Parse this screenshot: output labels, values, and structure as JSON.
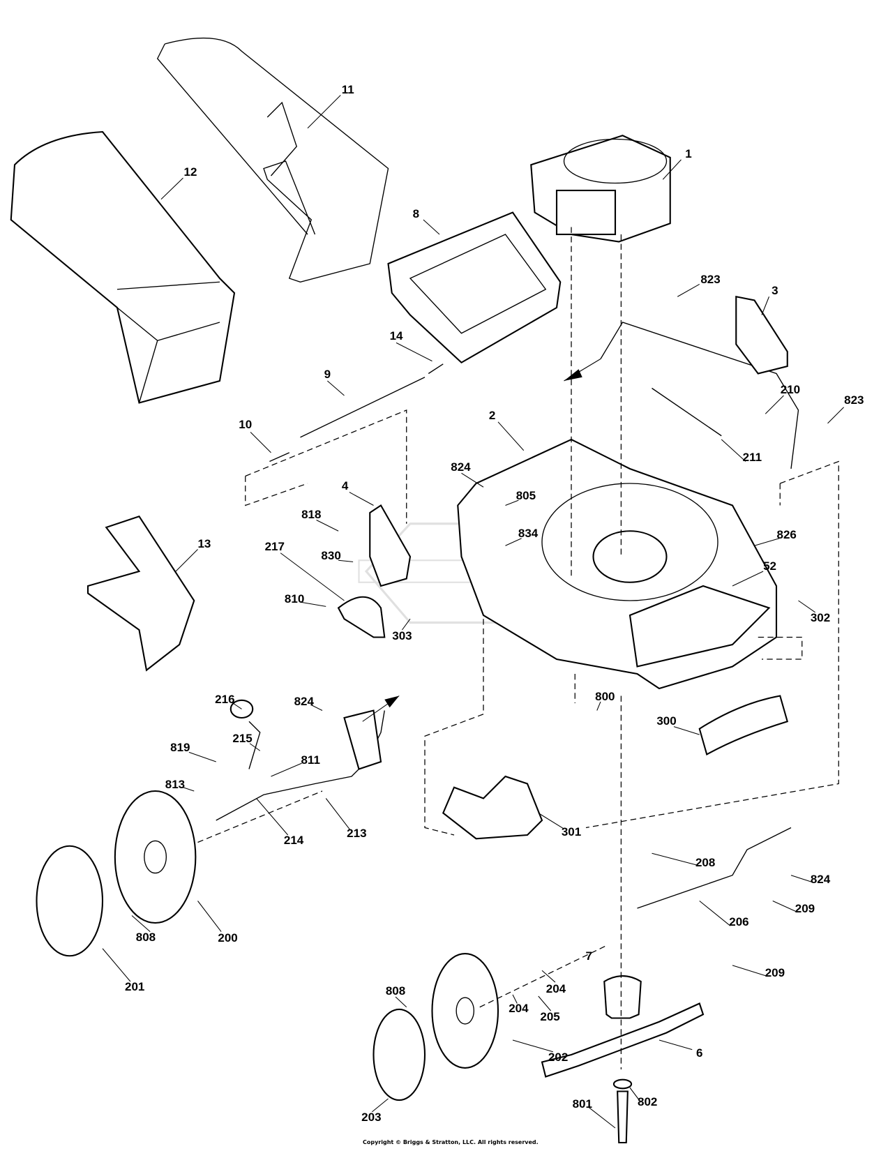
{
  "diagram": {
    "type": "exploded parts diagram",
    "watermark": "BRIGGS & STRATTON",
    "callouts": [
      "1",
      "11",
      "12",
      "8",
      "823",
      "3",
      "14",
      "9",
      "210",
      "823",
      "2",
      "211",
      "10",
      "824",
      "805",
      "4",
      "818",
      "834",
      "826",
      "13",
      "217",
      "830",
      "52",
      "810",
      "303",
      "302",
      "216",
      "824",
      "800",
      "300",
      "215",
      "819",
      "811",
      "813",
      "213",
      "214",
      "301",
      "208",
      "824",
      "808",
      "200",
      "206",
      "209",
      "201",
      "209",
      "7",
      "808",
      "204",
      "204",
      "205",
      "202",
      "6",
      "203",
      "801",
      "802"
    ],
    "copyright": "Copyright © Briggs & Stratton, LLC. All rights reserved."
  }
}
